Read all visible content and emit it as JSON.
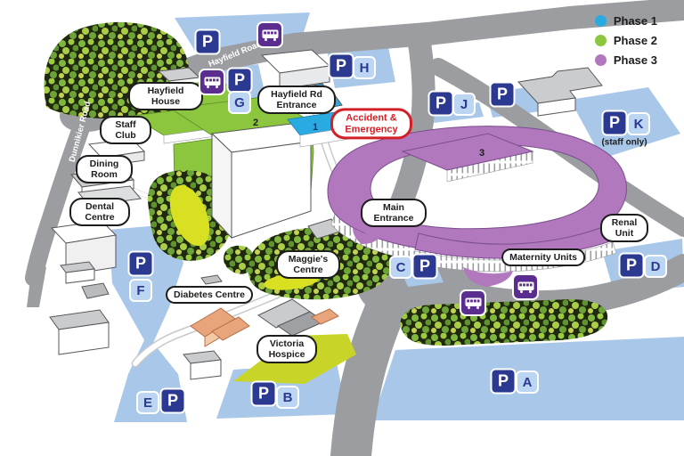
{
  "legend": {
    "items": [
      {
        "label": "Phase 1",
        "color": "#29ABE2"
      },
      {
        "label": "Phase 2",
        "color": "#8CC63F"
      },
      {
        "label": "Phase 3",
        "color": "#B278BD"
      }
    ]
  },
  "roads": {
    "hayfield": "Hayfield Road",
    "dunnikier": "Dunnikier Road"
  },
  "building_numbers": {
    "phase1": "1",
    "phase2": "2",
    "phase3": "3"
  },
  "places": {
    "hayfield_house": "Hayfield House",
    "staff_club": "Staff Club",
    "dining_room": "Dining Room",
    "dental_centre": "Dental Centre",
    "hayfield_rd_entrance": "Hayfield Rd Entrance",
    "accident_emergency": "Accident & Emergency",
    "main_entrance": "Main Entrance",
    "maggies_centre": "Maggie's Centre",
    "diabetes_centre": "Diabetes Centre",
    "victoria_hospice": "Victoria Hospice",
    "maternity_units": "Maternity Units",
    "renal_unit": "Renal Unit"
  },
  "parking": {
    "symbol": "P",
    "staff_only_note": "(staff only)",
    "letters": {
      "a": "A",
      "b": "B",
      "c": "C",
      "d": "D",
      "e": "E",
      "f": "F",
      "g": "G",
      "h": "H",
      "j": "J",
      "k": "K"
    }
  },
  "colors": {
    "phase1": "#29ABE2",
    "phase2": "#8CC63F",
    "phase3": "#B278BD",
    "road": "#9B9DA0",
    "parking_lot": "#A9C7E9",
    "parking_sign": "#2B3990",
    "bus_stop": "#5B2D8E",
    "emergency_red": "#D32027",
    "hospice_lawn": "#C9D428"
  }
}
